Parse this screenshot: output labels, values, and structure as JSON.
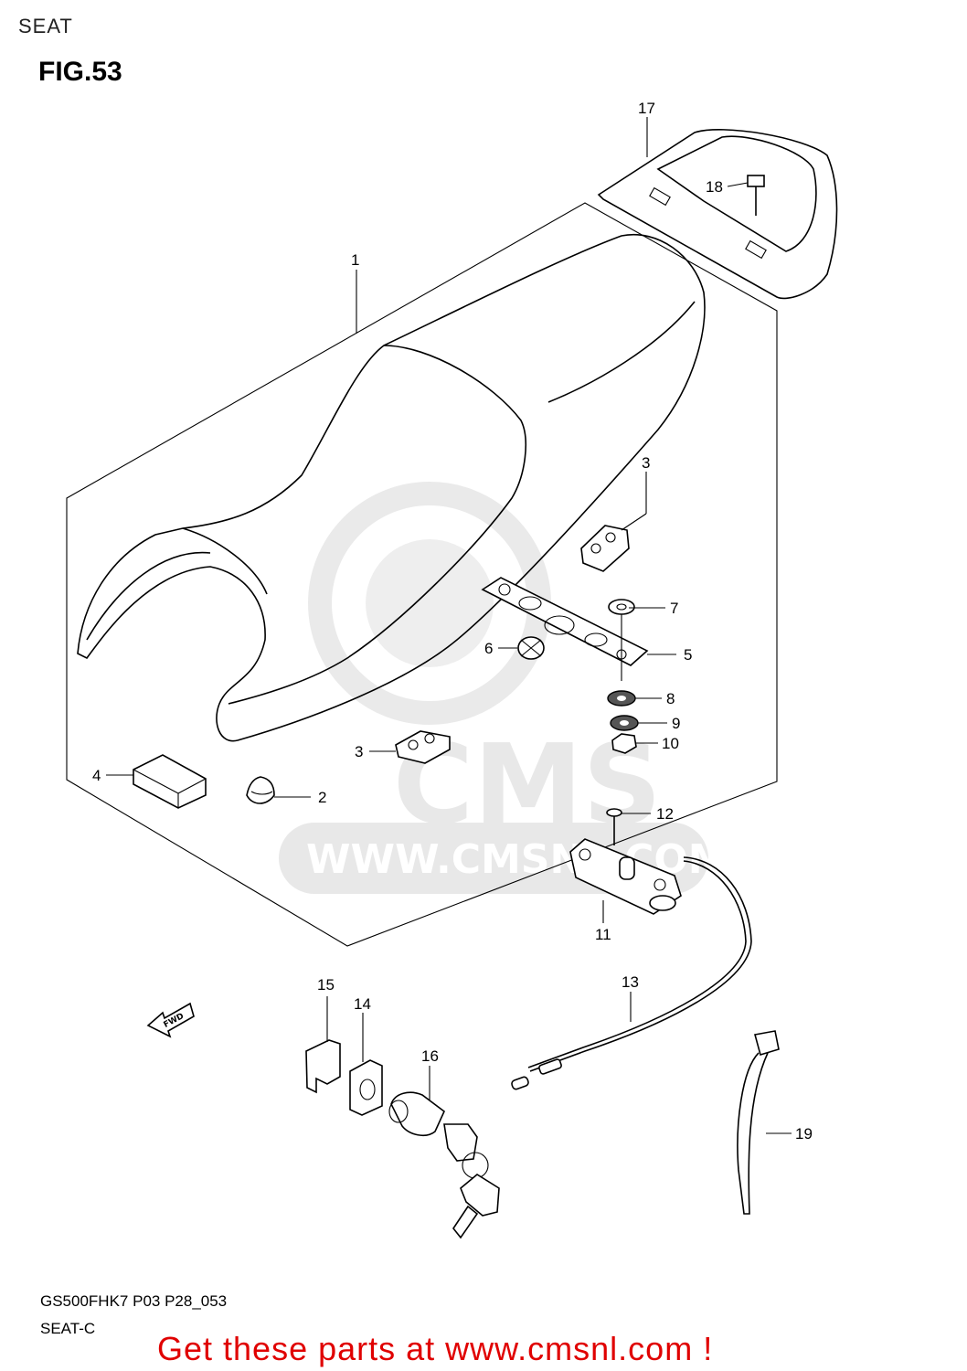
{
  "header": {
    "section": "SEAT"
  },
  "figure": {
    "title": "FIG.53"
  },
  "watermark": {
    "logo_text": "CMS",
    "url_text": "WWW.CMSNL.COM"
  },
  "fwd_label": "FWD",
  "callouts": {
    "c1": "1",
    "c2": "2",
    "c3a": "3",
    "c3b": "3",
    "c4": "4",
    "c5": "5",
    "c6": "6",
    "c7": "7",
    "c8": "8",
    "c9": "9",
    "c10": "10",
    "c11": "11",
    "c12": "12",
    "c13": "13",
    "c14": "14",
    "c15": "15",
    "c16": "16",
    "c17": "17",
    "c18": "18",
    "c19": "19"
  },
  "footer": {
    "code": "GS500FHK7 P03 P28_053",
    "sub": "SEAT-C",
    "cta": "Get these parts at www.cmsnl.com !"
  },
  "colors": {
    "cta": "#e00000",
    "line": "#000000",
    "watermark": "#e6e6e6"
  }
}
